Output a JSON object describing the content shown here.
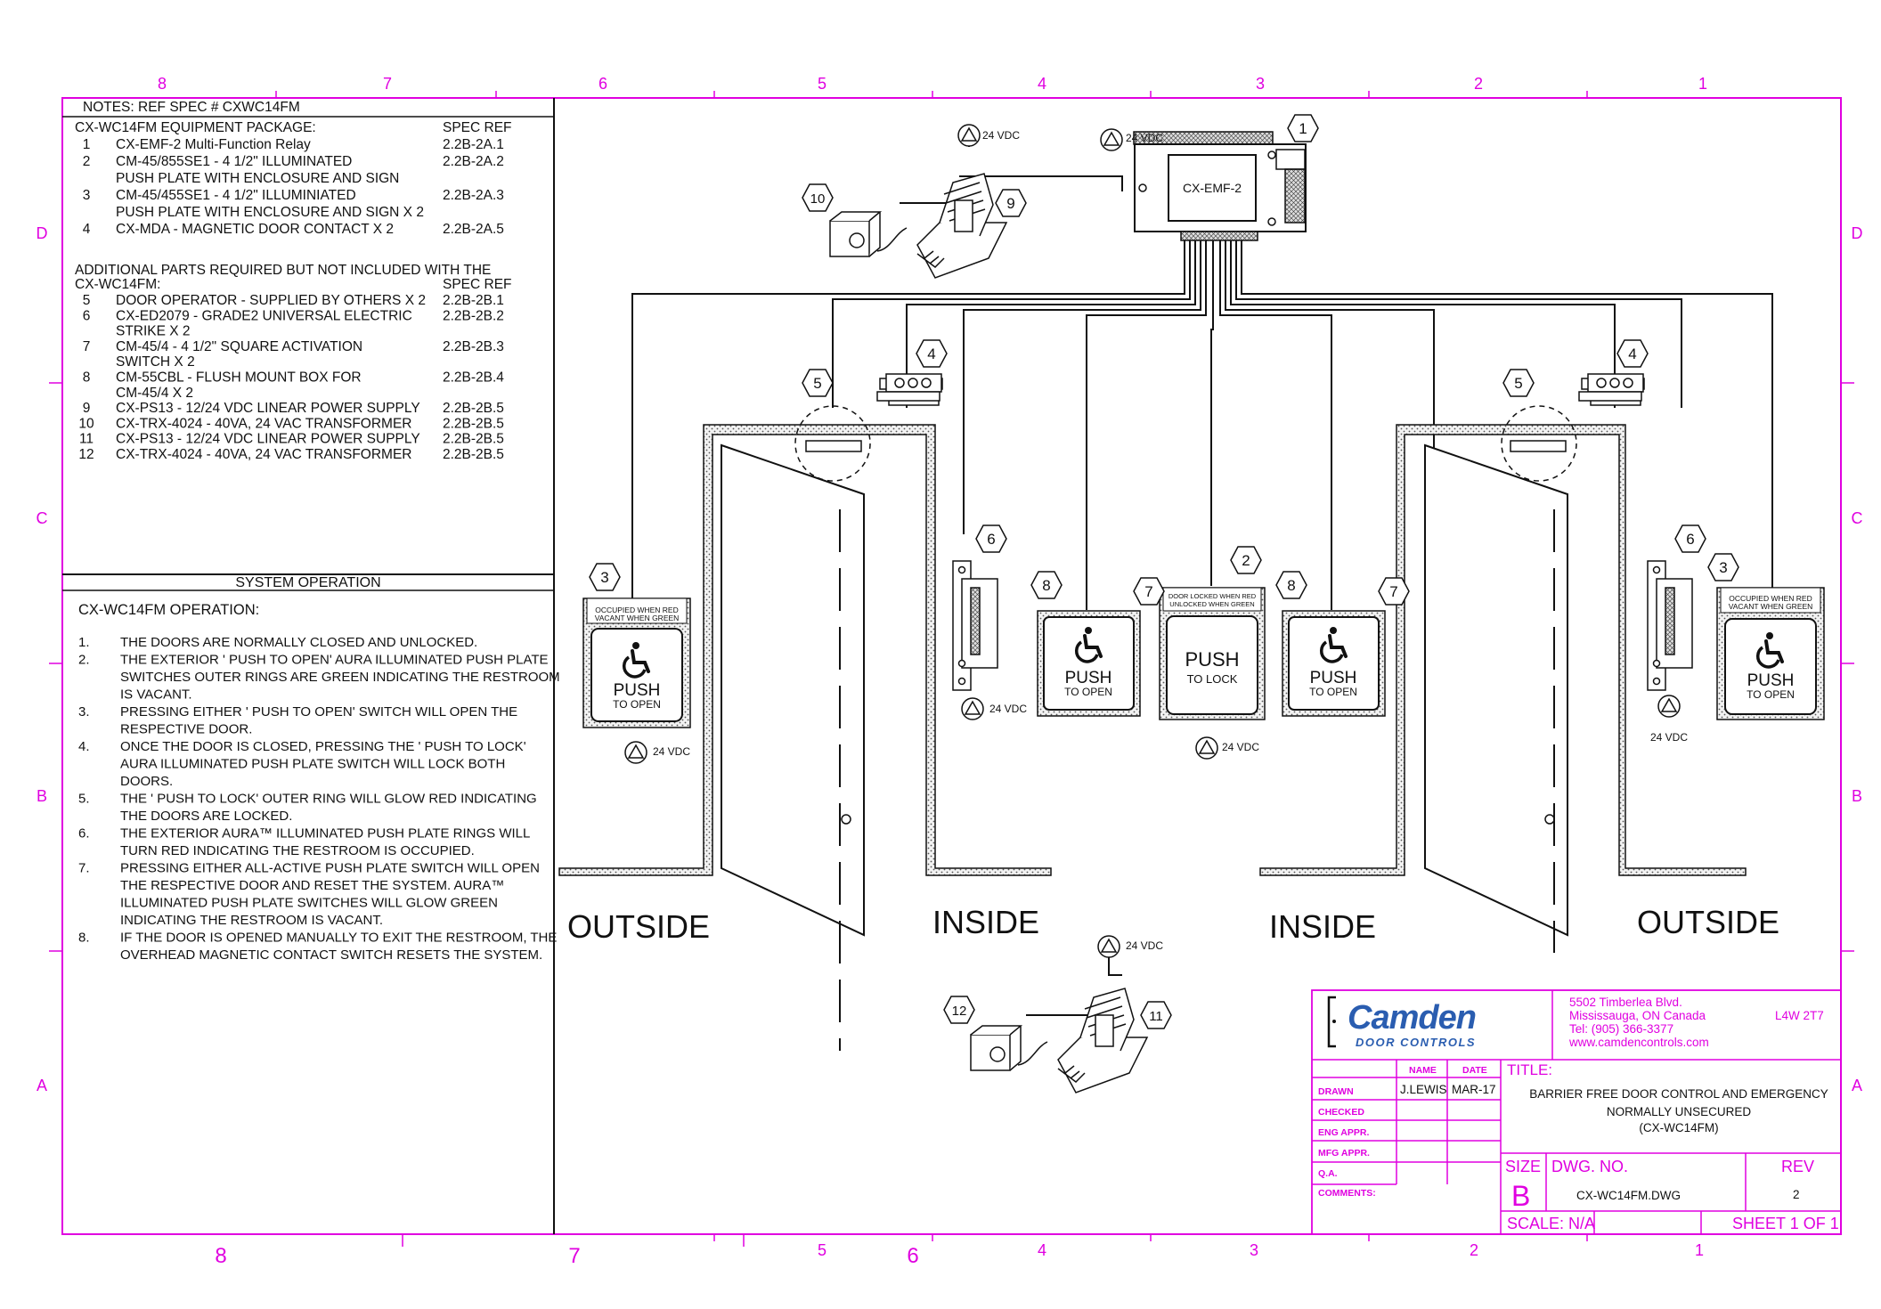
{
  "grid": {
    "top": [
      "8",
      "7",
      "6",
      "5",
      "4",
      "3",
      "2",
      "1"
    ],
    "bottom": [
      "8",
      "7",
      "5",
      "6",
      "4",
      "3",
      "2",
      "1"
    ],
    "side": [
      "D",
      "C",
      "B",
      "A"
    ]
  },
  "notes": {
    "header": "NOTES:  REF SPEC # CXWC14FM",
    "package_title": "CX-WC14FM EQUIPMENT PACKAGE:",
    "spec_ref": "SPEC REF",
    "items": [
      {
        "n": "1",
        "text": "CX-EMF-2 Multi-Function Relay",
        "ref": "2.2B-2A.1"
      },
      {
        "n": "2",
        "text": "CM-45/855SE1 - 4 1/2\" ILLUMINATED",
        "ref": "2.2B-2A.2"
      },
      {
        "n": "",
        "text": "PUSH PLATE WITH ENCLOSURE AND SIGN",
        "ref": ""
      },
      {
        "n": "3",
        "text": "CM-45/455SE1 - 4 1/2\" ILLUMINIATED",
        "ref": "2.2B-2A.3"
      },
      {
        "n": "",
        "text": "PUSH PLATE WITH ENCLOSURE AND SIGN X 2",
        "ref": ""
      },
      {
        "n": "4",
        "text": "CX-MDA - MAGNETIC DOOR CONTACT X 2",
        "ref": "2.2B-2A.5"
      }
    ],
    "additional_title_1": "ADDITIONAL PARTS REQUIRED BUT NOT INCLUDED WITH THE",
    "additional_title_2": "CX-WC14FM:",
    "additional_spec_ref": "SPEC REF",
    "additional": [
      {
        "n": "5",
        "text": "DOOR OPERATOR - SUPPLIED BY OTHERS X 2",
        "ref": "2.2B-2B.1"
      },
      {
        "n": "6",
        "text": "CX-ED2079 - GRADE2 UNIVERSAL ELECTRIC",
        "ref": "2.2B-2B.2"
      },
      {
        "n": "",
        "text": "STRIKE X 2",
        "ref": ""
      },
      {
        "n": "7",
        "text": "CM-45/4 - 4 1/2\" SQUARE ACTIVATION",
        "ref": "2.2B-2B.3"
      },
      {
        "n": "",
        "text": "SWITCH X 2",
        "ref": ""
      },
      {
        "n": "8",
        "text": "CM-55CBL - FLUSH MOUNT BOX FOR",
        "ref": "2.2B-2B.4"
      },
      {
        "n": "",
        "text": "CM-45/4 X 2",
        "ref": ""
      },
      {
        "n": "9",
        "text": "CX-PS13 - 12/24 VDC LINEAR POWER SUPPLY",
        "ref": "2.2B-2B.5"
      },
      {
        "n": "10",
        "text": "CX-TRX-4024 - 40VA, 24 VAC TRANSFORMER",
        "ref": "2.2B-2B.5"
      },
      {
        "n": "11",
        "text": "CX-PS13 - 12/24 VDC LINEAR POWER SUPPLY",
        "ref": "2.2B-2B.5"
      },
      {
        "n": "12",
        "text": "CX-TRX-4024 - 40VA, 24 VAC TRANSFORMER",
        "ref": "2.2B-2B.5"
      }
    ]
  },
  "operation": {
    "header": "SYSTEM OPERATION",
    "title": "CX-WC14FM OPERATION:",
    "lines": [
      {
        "n": "1.",
        "text": "THE DOORS ARE NORMALLY CLOSED AND UNLOCKED."
      },
      {
        "n": "2.",
        "text": "THE EXTERIOR ' PUSH TO OPEN' AURA ILLUMINATED PUSH PLATE"
      },
      {
        "n": "",
        "text": "SWITCHES OUTER RINGS ARE GREEN INDICATING THE RESTROOM"
      },
      {
        "n": "",
        "text": "IS VACANT."
      },
      {
        "n": "3.",
        "text": "PRESSING EITHER ' PUSH TO OPEN' SWITCH WILL OPEN THE"
      },
      {
        "n": "",
        "text": "RESPECTIVE DOOR."
      },
      {
        "n": "4.",
        "text": "ONCE THE DOOR IS CLOSED, PRESSING THE ' PUSH TO LOCK'"
      },
      {
        "n": "",
        "text": "AURA ILLUMINATED PUSH PLATE SWITCH WILL LOCK BOTH"
      },
      {
        "n": "",
        "text": "DOORS."
      },
      {
        "n": "5.",
        "text": "THE ' PUSH TO LOCK' OUTER RING WILL GLOW RED INDICATING"
      },
      {
        "n": "",
        "text": "THE DOORS ARE LOCKED."
      },
      {
        "n": "6.",
        "text": "THE EXTERIOR AURA™ ILLUMINATED PUSH PLATE RINGS WILL"
      },
      {
        "n": "",
        "text": "TURN RED INDICATING THE RESTROOM IS OCCUPIED."
      },
      {
        "n": "7.",
        "text": "PRESSING EITHER ALL-ACTIVE PUSH PLATE SWITCH WILL OPEN"
      },
      {
        "n": "",
        "text": "THE RESPECTIVE DOOR AND RESET THE SYSTEM. AURA™"
      },
      {
        "n": "",
        "text": "ILLUMINATED PUSH PLATE SWITCHES WILL GLOW GREEN"
      },
      {
        "n": "",
        "text": "INDICATING THE RESTROOM IS VACANT."
      },
      {
        "n": "8.",
        "text": "IF THE DOOR IS OPENED MANUALLY TO EXIT THE RESTROOM, THE"
      },
      {
        "n": "",
        "text": "OVERHEAD MAGNETIC CONTACT SWITCH RESETS THE SYSTEM."
      }
    ]
  },
  "diagram": {
    "relay_label": "CX-EMF-2",
    "vdc": "24 VDC",
    "outside": "OUTSIDE",
    "inside": "INSIDE",
    "push": "PUSH",
    "to_open": "TO OPEN",
    "to_lock": "TO LOCK",
    "occupied_1": "OCCUPIED WHEN RED",
    "occupied_2": "VACANT WHEN GREEN",
    "locked_1": "DOOR LOCKED WHEN RED",
    "locked_2": "UNLOCKED WHEN GREEN",
    "callouts": [
      "1",
      "2",
      "3",
      "4",
      "5",
      "6",
      "7",
      "8",
      "9",
      "10",
      "11",
      "12"
    ]
  },
  "title_block": {
    "logo_word": "Camden",
    "logo_sub": "DOOR CONTROLS",
    "address_1": "5502 Timberlea Blvd.",
    "address_2": "Mississauga, ON  Canada",
    "postal": "L4W 2T7",
    "tel": "Tel: (905) 366-3377",
    "web": "www.camdencontrols.com",
    "name_h": "NAME",
    "date_h": "DATE",
    "drawn": "DRAWN",
    "checked": "CHECKED",
    "eng_appr": "ENG APPR.",
    "mfg_appr": "MFG APPR.",
    "qa": "Q.A.",
    "comments": "COMMENTS:",
    "drawn_name": "J.LEWIS",
    "drawn_date": "MAR-17",
    "title_h": "TITLE:",
    "title_1": "BARRIER FREE DOOR CONTROL AND EMERGENCY",
    "title_2": "NORMALLY UNSECURED",
    "title_3": "(CX-WC14FM)",
    "size_h": "SIZE",
    "size": "B",
    "dwg_h": "DWG.  NO.",
    "dwg": "CX-WC14FM.DWG",
    "rev_h": "REV",
    "rev": "2",
    "scale": "SCALE:  N/A",
    "sheet": "SHEET  1  OF  1"
  },
  "colors": {
    "frame": "#e000e0",
    "logo": "#2a5db0",
    "ink": "#111111"
  }
}
